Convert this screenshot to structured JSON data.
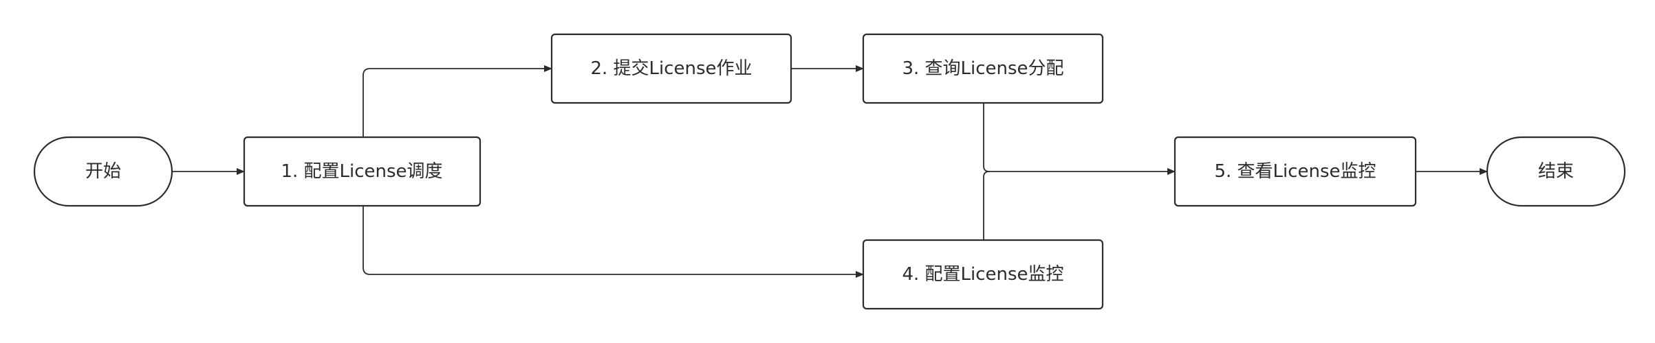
{
  "diagram": {
    "type": "flowchart",
    "nodes": {
      "start": "开始",
      "step1": "1. 配置License调度",
      "step2": "2. 提交License作业",
      "step3": "3. 查询License分配",
      "step4": "4. 配置License监控",
      "step5": "5. 查看License监控",
      "end": "结束"
    },
    "edges": [
      {
        "from": "start",
        "to": "step1"
      },
      {
        "from": "step1",
        "to": "step2"
      },
      {
        "from": "step1",
        "to": "step4"
      },
      {
        "from": "step2",
        "to": "step3"
      },
      {
        "from": "step3",
        "to": "step5"
      },
      {
        "from": "step4",
        "to": "step5"
      },
      {
        "from": "step5",
        "to": "end"
      }
    ],
    "colors": {
      "stroke": "#2b2b2b",
      "fill": "#ffffff",
      "text": "#2b2b2b"
    }
  }
}
